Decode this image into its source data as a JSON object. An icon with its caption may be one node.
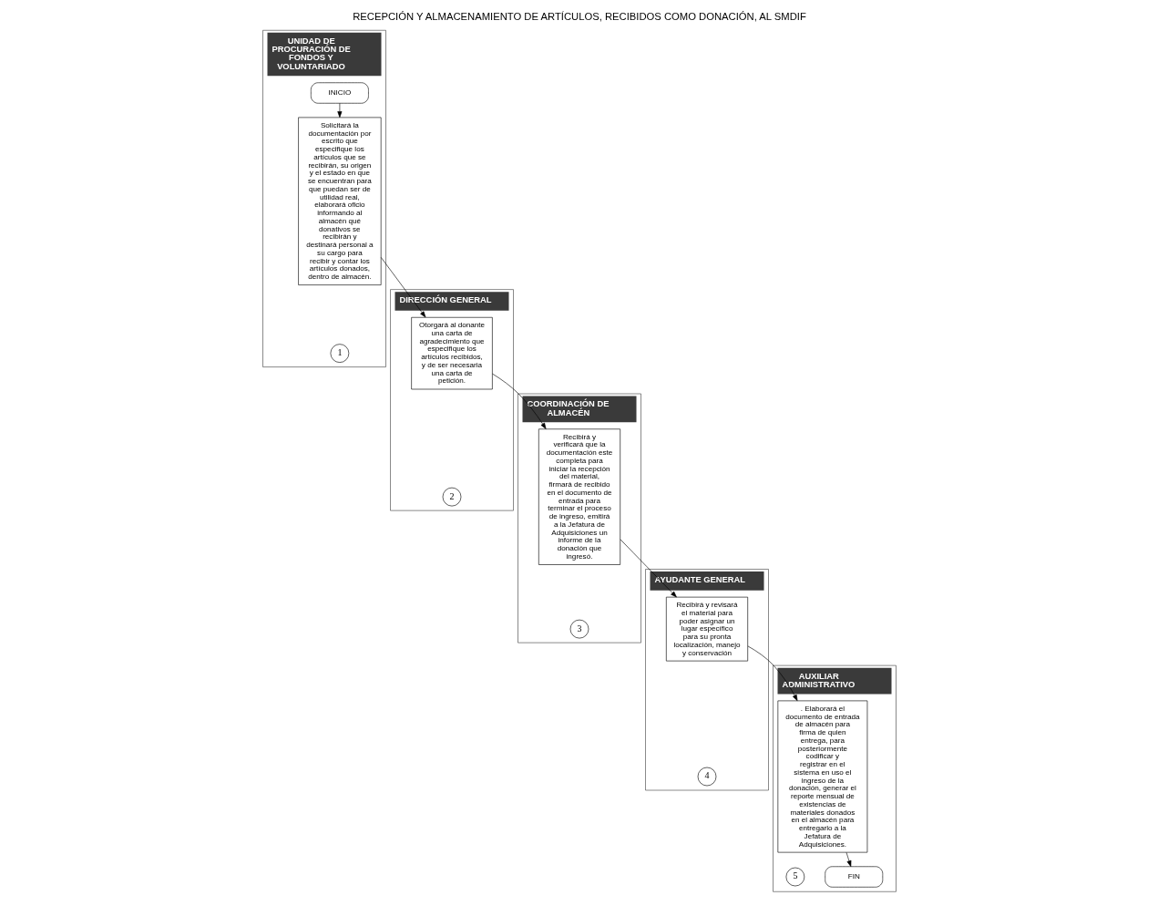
{
  "diagram": {
    "title": "RECEPCIÓN Y ALMACENAMIENTO DE ARTÍCULOS, RECIBIDOS COMO DONACIÓN, AL SMDIF",
    "nodes": [
      {
        "text": [
          "UNIDAD DE PROCURACIÓN DE FONDOS Y VOLUNTARIADO"
        ]
      },
      {
        "text": [
          "DIRECCIÓN GENERAL"
        ]
      },
      {
        "text": [
          "COORDINACIÓN DE ALMACÉN"
        ]
      },
      {
        "text": [
          "AYUDANTE GENERAL"
        ]
      },
      {
        "text": [
          "AUXILIAR ADMINISTRATIVO"
        ]
      },
      {
        "text": [
          "INICIO"
        ],
        "in": 0
      },
      {
        "text": [
          "Solicitará la documentación por escrito que especifique los artículos que se recibirán, su origen y el estado en que se encuentran para que puedan ser de utilidad real, elaborará oficio informando al almacén qué donativos se recibirán y destinará personal a su cargo para recibir y contar los artículos donados, dentro de almacén."
        ],
        "in": 0
      },
      {
        "text": [
          "1"
        ],
        "in": 0
      },
      {
        "text": [
          "Otorgará al donante una carta de agradecimiento que especifique los artículos recibidos, y de ser necesaria una carta de petición."
        ],
        "in": 1
      },
      {
        "text": [
          "2"
        ],
        "in": 1
      },
      {
        "text": [
          "Recibirá y verificará que la documentación este completa para iniciar la recepción del material, firmará de recibido en el documento de entrada para terminar el proceso de ingreso, emitirá a la Jefatura de Adquisiciones un informe de la donación que ingresó."
        ],
        "in": 2
      },
      {
        "text": [
          "3"
        ],
        "in": 2
      },
      {
        "text": [
          "Recibirá y revisará el material para poder asignar un lugar específico para su pronta localización, manejo y conservación"
        ],
        "in": 3
      },
      {
        "text": [
          "4"
        ],
        "in": 3
      },
      {
        "text": [
          "5"
        ],
        "in": 4
      },
      {
        "text": [
          ". Elaborará el documento de entrada de almacén para firma de quien entrega, para posteriormente codificar y registrar en el sistema en uso el ingreso de la donación, generar el reporte mensual de existencias de materiales donados en el almacén para entregarlo a la Jefatura de Adquisiciones."
        ],
        "in": 4
      },
      {
        "text": [
          "FIN"
        ],
        "in": 4
      }
    ],
    "edges": [
      {
        "from": 5,
        "to": 6,
        "arrow": "to"
      },
      {
        "from": 6,
        "to": 8,
        "arrow": "to"
      },
      {
        "from": 8,
        "to": 10,
        "arrow": "to"
      },
      {
        "from": 10,
        "to": 12,
        "arrow": "to"
      },
      {
        "from": 12,
        "to": 15,
        "arrow": "to"
      },
      {
        "from": 15,
        "to": 16,
        "arrow": "to"
      }
    ]
  }
}
